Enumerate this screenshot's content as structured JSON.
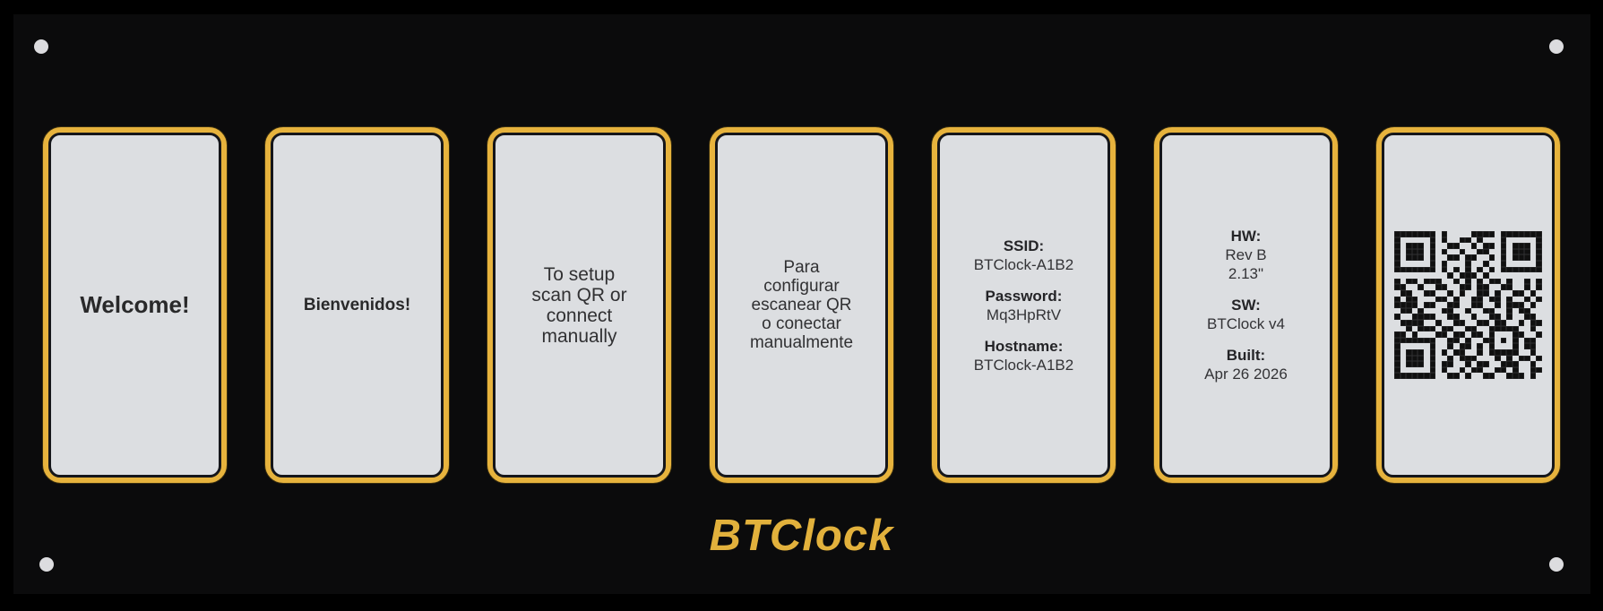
{
  "brand": {
    "logo_text": "BTClock",
    "gold_color": "#e7b33d",
    "screen_color": "#dcdee1",
    "plate_color": "#0b0b0c",
    "background_color": "#000000"
  },
  "displays": [
    {
      "id": "welcome",
      "lines": [
        "Welcome!"
      ]
    },
    {
      "id": "bienvenidos",
      "lines": [
        "Bienvenidos!"
      ]
    },
    {
      "id": "setup-en",
      "lines": [
        "To setup",
        "scan QR or",
        "connect",
        "manually"
      ]
    },
    {
      "id": "setup-es",
      "lines": [
        "Para",
        "configurar",
        "escanear QR",
        "o conectar",
        "manualmente"
      ]
    },
    {
      "id": "wifi-info",
      "groups": [
        {
          "label": "SSID:",
          "values": [
            "BTClock-A1B2"
          ]
        },
        {
          "label": "Password:",
          "values": [
            "Mq3HpRtV"
          ]
        },
        {
          "label": "Hostname:",
          "values": [
            "BTClock-A1B2"
          ]
        }
      ]
    },
    {
      "id": "device-info",
      "groups": [
        {
          "label": "HW:",
          "values": [
            "Rev B",
            "2.13\""
          ]
        },
        {
          "label": "SW:",
          "values": [
            "BTClock v4"
          ]
        },
        {
          "label": "Built:",
          "values": [
            "Apr 26 2026"
          ]
        }
      ]
    },
    {
      "id": "qr",
      "qr_icon": "wifi-setup-qr-code",
      "qr_modules": [
        "1111111010000111101111111",
        "1000001010011010001000001",
        "1011101001100101101011101",
        "1011101010010011001011101",
        "1011101001101100101011101",
        "1000001010001001001000001",
        "1111111010101010101111111",
        "0000000001011101000000000",
        "1011011100101010110100101",
        "1100100110011011001100101",
        "0110011001010011010011010",
        "1011000110100110110100101",
        "1111011001100110010111010",
        "0110100011001001100101100",
        "1001111001100100110100110",
        "0111100100110011011001011",
        "0010111011001100111110010",
        "1101000110110110100011001",
        "1111111001101001101010110",
        "1000001001011010100010110",
        "1011101010110010111110010",
        "1011101001011100010101101",
        "1011101011001011001110010",
        "1000001010010110011010011",
        "1111111001101001100111010"
      ]
    }
  ]
}
